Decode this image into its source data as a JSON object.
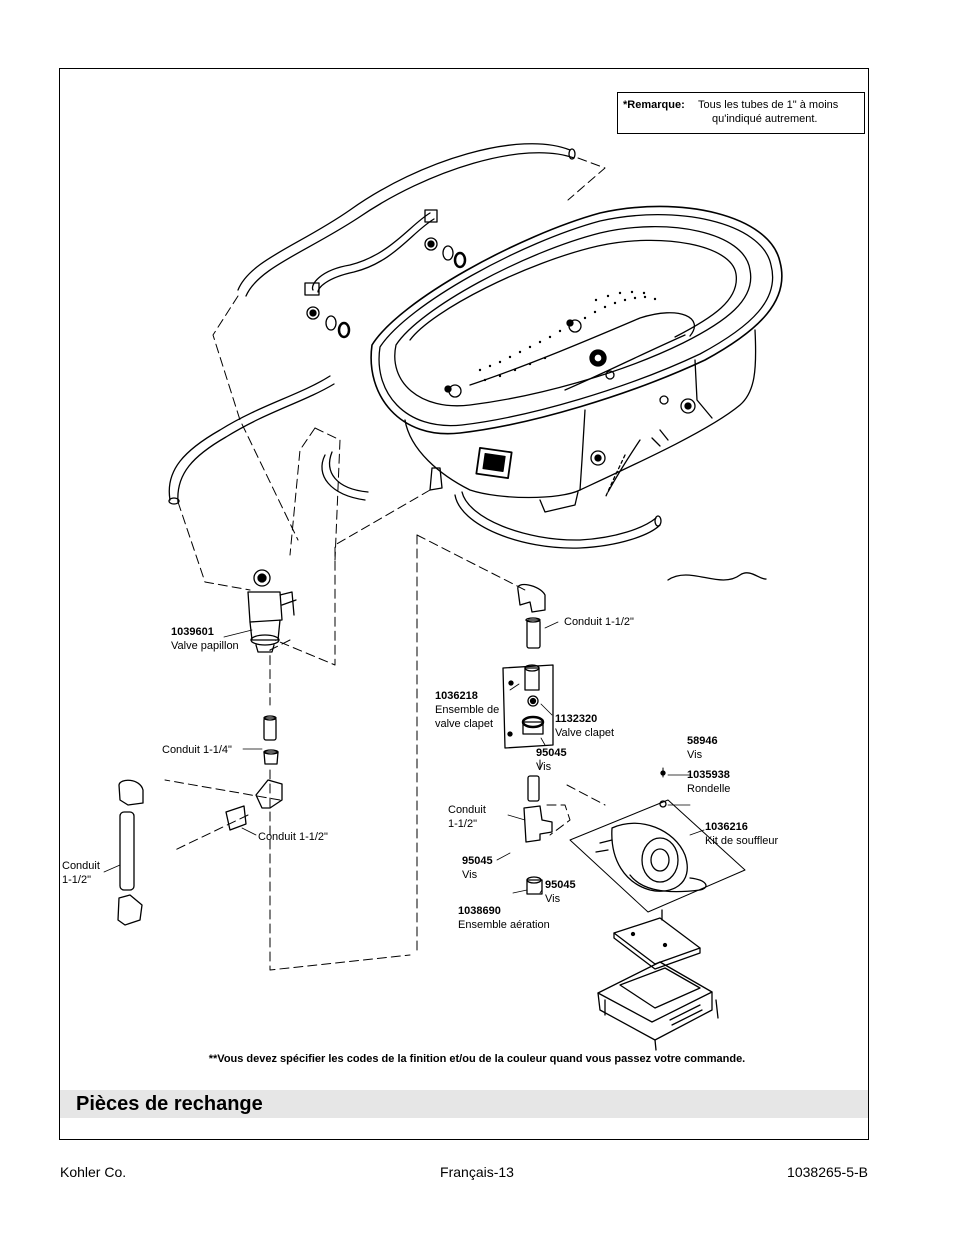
{
  "note": {
    "label": "*Remarque:",
    "line1": "Tous les tubes de 1\" à moins",
    "line2": "qu'indiqué autrement."
  },
  "parts": {
    "butterfly_valve": {
      "number": "1039601",
      "name": "Valve papillon"
    },
    "conduit_top_right": "Conduit 1-1/2\"",
    "check_valve_assembly": {
      "number": "1036218",
      "line1": "Ensemble de",
      "line2": "valve clapet"
    },
    "check_valve": {
      "number": "1132320",
      "name": "Valve clapet"
    },
    "screw_95045_a": {
      "number": "95045",
      "name": "Vis"
    },
    "screw_58946": {
      "number": "58946",
      "name": "Vis"
    },
    "washer": {
      "number": "1035938",
      "name": "Rondelle"
    },
    "blower_kit": {
      "number": "1036216",
      "name": "Kit de souffleur"
    },
    "conduit_1_1_4": "Conduit 1-1/4\"",
    "conduit_mid": {
      "line1": "Conduit",
      "line2": "1-1/2\""
    },
    "conduit_lower": "Conduit 1-1/2\"",
    "conduit_left": {
      "line1": "Conduit",
      "line2": "1-1/2\""
    },
    "screw_95045_b": {
      "number": "95045",
      "name": "Vis"
    },
    "screw_95045_c": {
      "number": "95045",
      "name": "Vis"
    },
    "aeration_assembly": {
      "number": "1038690",
      "name": "Ensemble aération"
    }
  },
  "footnote": "**Vous devez spécifier les codes de la finition et/ou de la couleur quand vous passez votre commande.",
  "section_title": "Pièces de rechange",
  "footer": {
    "left": "Kohler Co.",
    "center": "Français-13",
    "right": "1038265-5-B"
  }
}
